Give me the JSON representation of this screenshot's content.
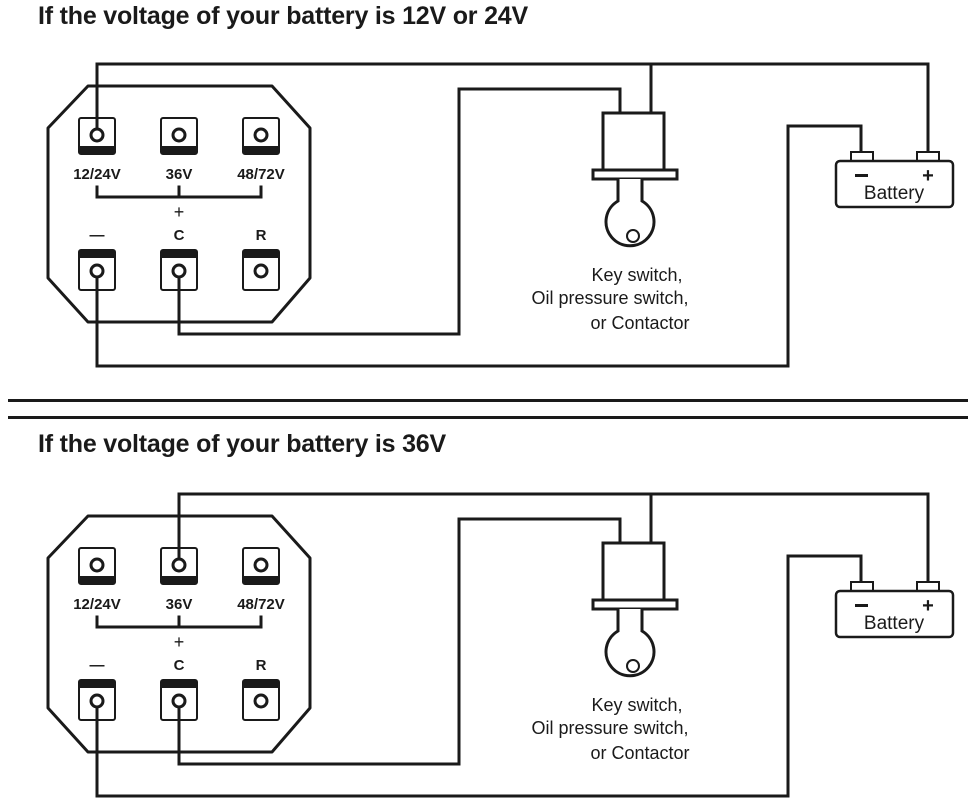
{
  "diagrams": [
    {
      "title": "If the voltage of your battery is 12V or 24V",
      "connected_positive_terminal": "12/24V",
      "terminals_top": [
        {
          "label": "12/24V"
        },
        {
          "label": "36V"
        },
        {
          "label": "48/72V"
        }
      ],
      "bracket_symbol": "+",
      "terminals_bottom": [
        {
          "label": "—"
        },
        {
          "label": "C"
        },
        {
          "label": "R"
        }
      ],
      "switch_caption": [
        "Key switch,",
        "Oil pressure switch,",
        "or Contactor"
      ],
      "battery": {
        "label": "Battery",
        "neg": "−",
        "pos": "+"
      }
    },
    {
      "title": "If the voltage of your battery is 36V",
      "connected_positive_terminal": "36V",
      "terminals_top": [
        {
          "label": "12/24V"
        },
        {
          "label": "36V"
        },
        {
          "label": "48/72V"
        }
      ],
      "bracket_symbol": "+",
      "terminals_bottom": [
        {
          "label": "—"
        },
        {
          "label": "C"
        },
        {
          "label": "R"
        }
      ],
      "switch_caption": [
        "Key switch,",
        "Oil pressure switch,",
        "or Contactor"
      ],
      "battery": {
        "label": "Battery",
        "neg": "−",
        "pos": "+"
      }
    }
  ],
  "colors": {
    "line": "#1a1a1a",
    "background": "#ffffff"
  }
}
